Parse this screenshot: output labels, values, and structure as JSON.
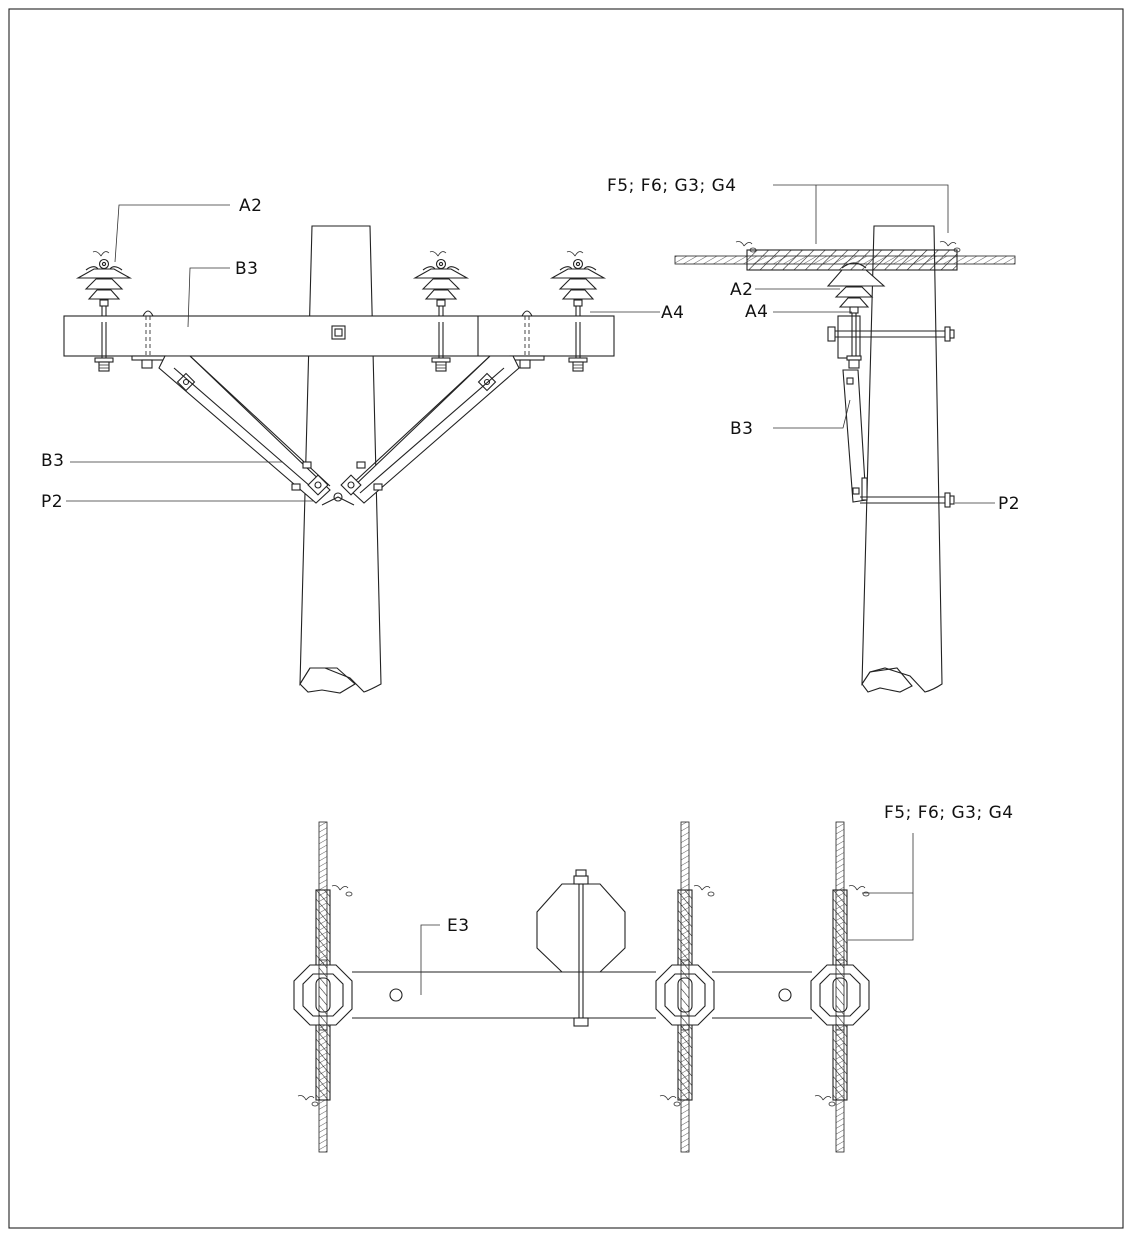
{
  "labels": {
    "front_insulator": "A2",
    "front_crossarm": "B3",
    "front_pin": "A4",
    "front_brace": "B3",
    "front_pole_bolt": "P2",
    "side_conductor_ties": "F5; F6; G3; G4",
    "side_insulator": "A2",
    "side_pin": "A4",
    "side_brace": "B3",
    "side_pole_bolt": "P2",
    "plan_crossarm": "E3",
    "plan_conductor_ties": "F5; F6; G3; G4"
  },
  "colors": {
    "line": "#222222",
    "background": "#ffffff"
  }
}
